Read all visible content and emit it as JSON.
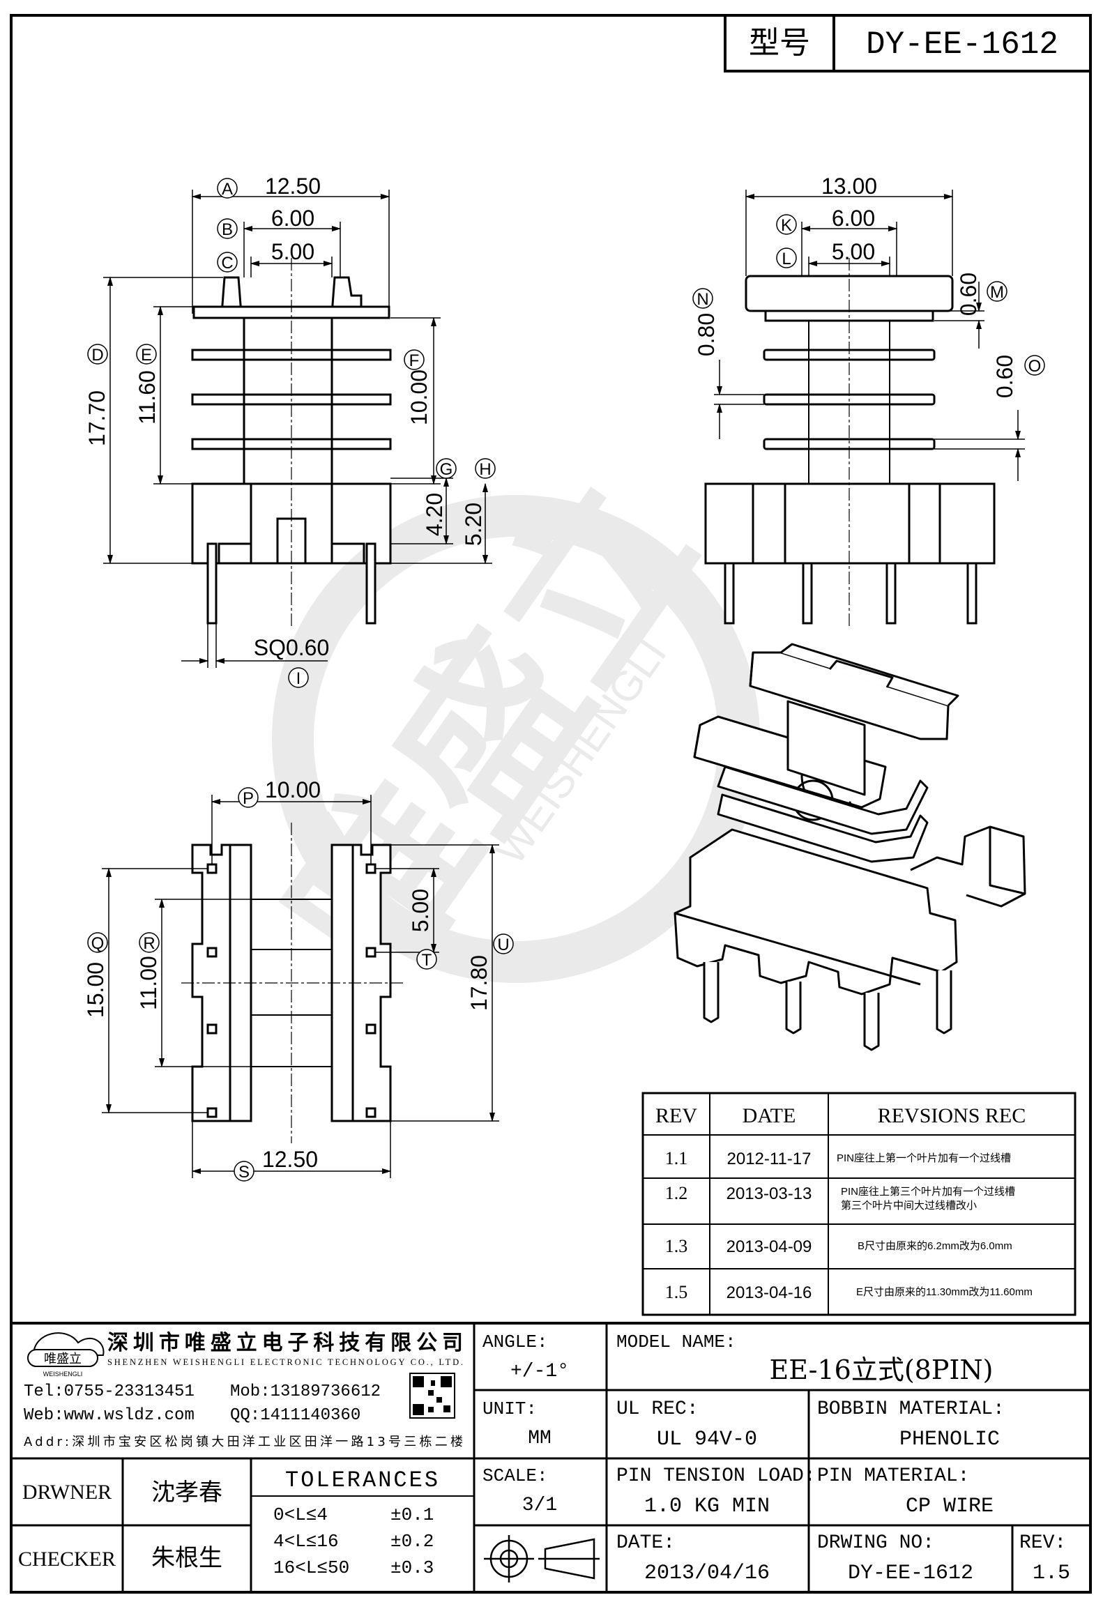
{
  "title_block_top": {
    "label": "型号",
    "model": "DY-EE-1612"
  },
  "dims_front": {
    "A": "12.50",
    "B": "6.00",
    "C": "5.00",
    "D": "17.70",
    "E": "11.60",
    "F": "10.00",
    "G": "4.20",
    "H": "5.20",
    "I": "SQ0.60"
  },
  "dims_side": {
    "total": "13.00",
    "K": "6.00",
    "L": "5.00",
    "M": "0.60",
    "N": "0.80",
    "O": "0.60"
  },
  "dims_bottom": {
    "P": "10.00",
    "Q": "15.00",
    "R": "11.00",
    "S": "12.50",
    "T": "5.00",
    "U": "17.80"
  },
  "letters": {
    "A": "A",
    "B": "B",
    "C": "C",
    "D": "D",
    "E": "E",
    "F": "F",
    "G": "G",
    "H": "H",
    "I": "I",
    "K": "K",
    "L": "L",
    "M": "M",
    "N": "N",
    "O": "O",
    "P": "P",
    "Q": "Q",
    "R": "R",
    "S": "S",
    "T": "T",
    "U": "U"
  },
  "revisions": {
    "headers": [
      "REV",
      "DATE",
      "REVSIONS REC"
    ],
    "rows": [
      {
        "rev": "1.1",
        "date": "2012-11-17",
        "rec1": "PIN座往上第一个叶片加有一个过线槽",
        "rec2": ""
      },
      {
        "rev": "1.2",
        "date": "2013-03-13",
        "rec1": "PIN座往上第三个叶片加有一个过线槽",
        "rec2": "第三个叶片中间大过线槽改小"
      },
      {
        "rev": "1.3",
        "date": "2013-04-09",
        "rec1": "B尺寸由原来的6.2mm改为6.0mm",
        "rec2": ""
      },
      {
        "rev": "1.5",
        "date": "2013-04-16",
        "rec1": "E尺寸由原来的11.30mm改为11.60mm",
        "rec2": ""
      }
    ]
  },
  "company": {
    "logo_text": "唯盛立",
    "logo_sub": "WEISHENGLI",
    "name_cn": "深圳市唯盛立电子科技有限公司",
    "name_en": "SHENZHEN WEISHENGLI ELECTRONIC TECHNOLOGY CO., LTD.",
    "tel": "Tel:0755-23313451",
    "mob": "Mob:13189736612",
    "web": "Web:www.wsldz.com",
    "qq": "QQ:1411140360",
    "addr": "Addr:深圳市宝安区松岗镇大田洋工业区田洋一路13号三栋二楼"
  },
  "title_block": {
    "angle_label": "ANGLE:",
    "angle_value": "+/-1°",
    "model_name_label": "MODEL NAME:",
    "model_name_value": "EE-16立式(8PIN)",
    "unit_label": "UNIT:",
    "unit_value": "MM",
    "ul_label": "UL REC:",
    "ul_value": "UL 94V-0",
    "bobbin_label": "BOBBIN MATERIAL:",
    "bobbin_value": "PHENOLIC",
    "scale_label": "SCALE:",
    "scale_value": "3/1",
    "pin_tension_label": "PIN TENSION LOAD:",
    "pin_tension_value": "1.0 KG MIN",
    "pin_material_label": "PIN MATERIAL:",
    "pin_material_value": "CP WIRE",
    "date_label": "DATE:",
    "date_value": "2013/04/16",
    "drawing_no_label": "DRWING NO:",
    "drawing_no_value": "DY-EE-1612",
    "rev_label": "REV:",
    "rev_value": "1.5",
    "drawer_label": "DRWNER",
    "drawer_name": "沈孝春",
    "checker_label": "CHECKER",
    "checker_name": "朱根生",
    "tolerances_label": "TOLERANCES",
    "tol1": "0<L≤4",
    "tol1v": "±0.1",
    "tol2": "4<L≤16",
    "tol2v": "±0.2",
    "tol3": "16<L≤50",
    "tol3v": "±0.3"
  },
  "watermark": {
    "text": "唯盛立",
    "sub": "WEISHENGLI"
  }
}
